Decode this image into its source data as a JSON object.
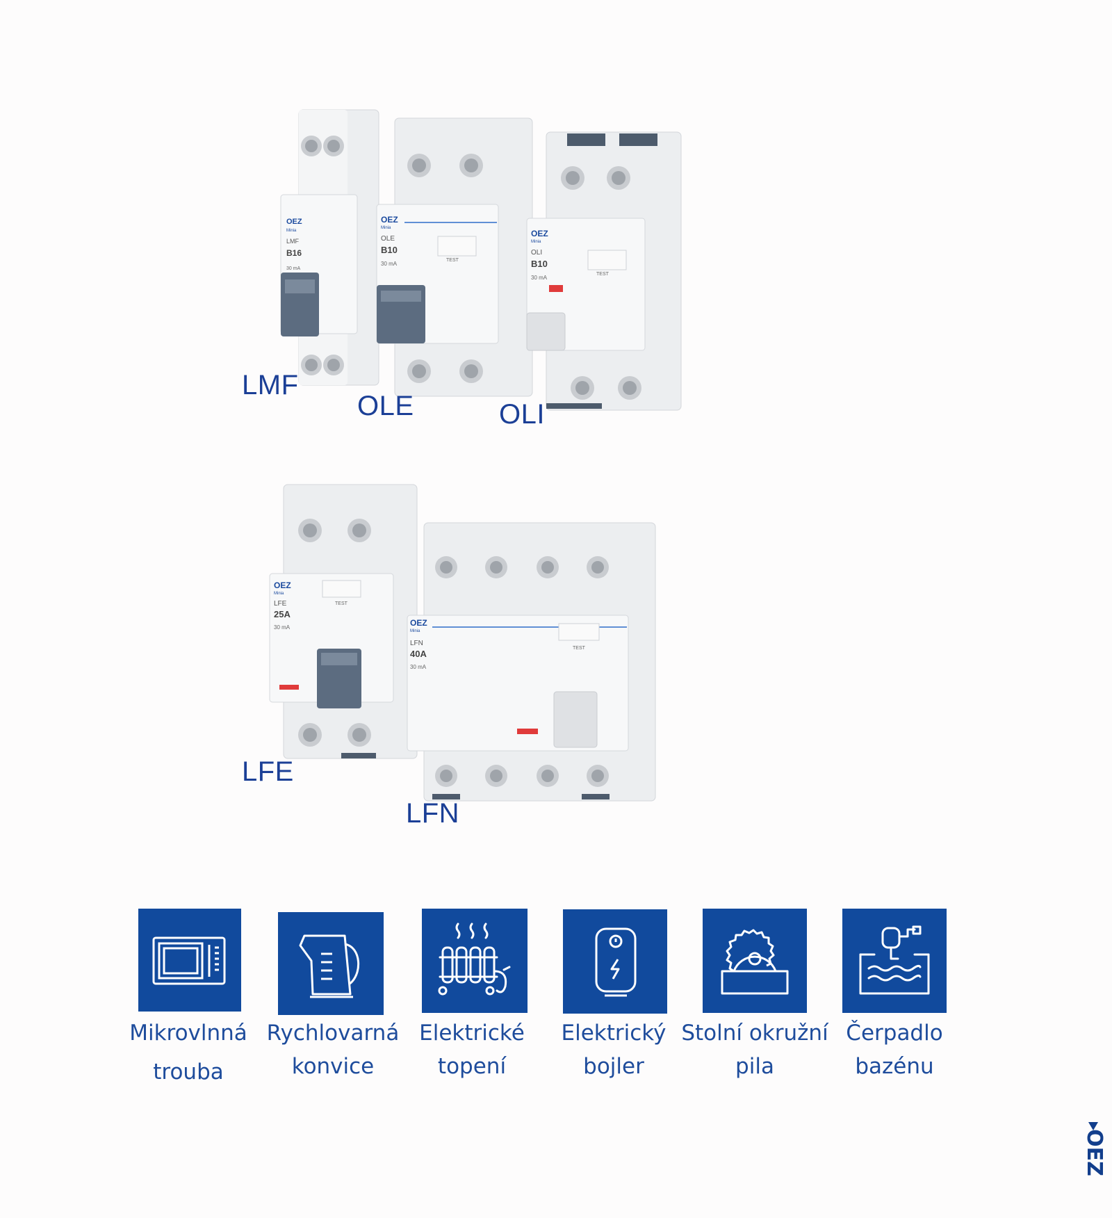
{
  "devices": [
    {
      "label": "LMF",
      "brand": "OEZ",
      "series": "Minia",
      "model": "LMF",
      "rating": "B16",
      "current": "30 mA"
    },
    {
      "label": "OLE",
      "brand": "OEZ",
      "series": "Minia",
      "model": "OLE",
      "rating": "B10",
      "current": "30 mA"
    },
    {
      "label": "OLI",
      "brand": "OEZ",
      "series": "Minia",
      "model": "OLI",
      "rating": "B10",
      "current": "30 mA"
    },
    {
      "label": "LFE",
      "brand": "OEZ",
      "series": "Minia",
      "model": "LFE",
      "rating": "25A",
      "current": "30 mA"
    },
    {
      "label": "LFN",
      "brand": "OEZ",
      "series": "Minia",
      "model": "LFN",
      "rating": "40A",
      "current": "30 mA"
    }
  ],
  "test_label": "TEST",
  "appliances": [
    {
      "icon": "microwave-icon",
      "line1": "Mikrovlnná",
      "line2": "trouba"
    },
    {
      "icon": "kettle-icon",
      "line1": "Rychlovarná",
      "line2": "konvice"
    },
    {
      "icon": "heater-icon",
      "line1": "Elektrické",
      "line2": "topení"
    },
    {
      "icon": "boiler-icon",
      "line1": "Elektrický",
      "line2": "bojler"
    },
    {
      "icon": "saw-icon",
      "line1": "Stolní okružní",
      "line2": "pila"
    },
    {
      "icon": "pool-pump-icon",
      "line1": "Čerpadlo",
      "line2": "bazénu"
    }
  ],
  "brand_mark": "OEZ",
  "colors": {
    "tile": "#114a9d",
    "label": "#1b3f96",
    "switch": "#5a6b80",
    "red_flag": "#e03b3b"
  }
}
